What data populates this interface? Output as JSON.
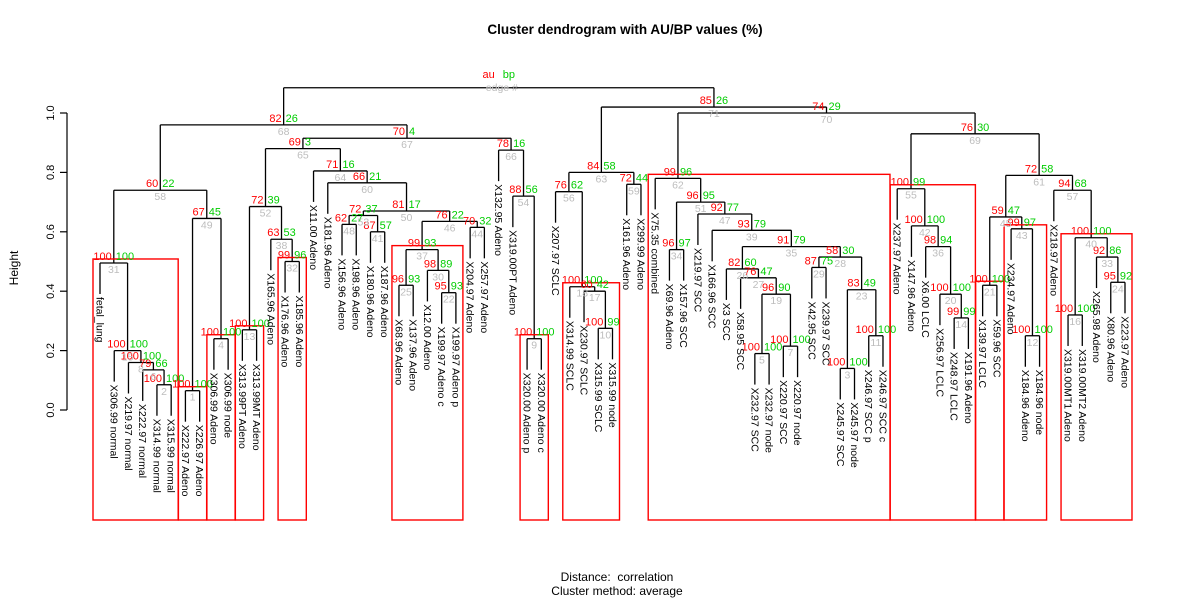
{
  "title": "Cluster dendrogram with AU/BP values (%)",
  "footer": {
    "line1": "Distance:  correlation",
    "line2": "Cluster method: average"
  },
  "legend": {
    "au": "au",
    "bp": "bp",
    "edge": "edge #"
  },
  "colors": {
    "au": "#ff0000",
    "bp": "#00cd00",
    "edge_number": "#bdbdbd",
    "box": "#ff0000",
    "line": "#000000"
  },
  "chart_data": {
    "type": "dendrogram",
    "title": "Cluster dendrogram with AU/BP values (%)",
    "ylabel": "Height",
    "ylim": [
      0.0,
      1.1
    ],
    "yticks": [
      "0.0",
      "0.2",
      "0.4",
      "0.6",
      "0.8",
      "1.0"
    ],
    "ytick_values": [
      0.0,
      0.2,
      0.4,
      0.6,
      0.8,
      1.0
    ],
    "distance": "correlation",
    "cluster_method": "average",
    "leaves": [
      "fetal_lung",
      "X306.99 normal",
      "X219.97 normal",
      "X222.97 normal",
      "X314.99 normal",
      "X315.99 normal",
      "X222.97 Adeno",
      "X226.97 Adeno",
      "X306.99 Adeno",
      "X306.99 node",
      "X313.99PT Adeno",
      "X313.99MT Adeno",
      "X165.96 Adeno",
      "X176.96 Adeno",
      "X185.96 Adeno",
      "X11.00 Adeno",
      "X181.96 Adeno",
      "X156.96 Adeno",
      "X198.96 Adeno",
      "X180.96 Adeno",
      "X187.96 Adeno",
      "X68.96 Adeno",
      "X137.96 Adeno",
      "X12.00 Adeno",
      "X199.97 Adeno c",
      "X199.97 Adeno p",
      "X204.97 Adeno",
      "X257.97 Adeno",
      "X132.95 Adeno",
      "X319.00PT Adeno",
      "X320.00 Adeno p",
      "X320.00 Adeno c",
      "X207.97 SCLC",
      "X314.99 SCLC",
      "X230.97 SCLC",
      "X315.99 SCLC",
      "X315.99 node",
      "X161.96 Adeno",
      "X299.99 Adeno",
      "X75.35 combined",
      "X69.96 Adeno",
      "X157.96 SCC",
      "X219.97 SCC",
      "X166.96 SCC",
      "X3 SCC",
      "X58.95 SCC",
      "X232.97 SCC",
      "X232.97 node",
      "X220.97 SCC",
      "X220.97 node",
      "X42.95 SCC",
      "X239.97 SCC",
      "X245.97 SCC",
      "X245.97 node",
      "X246.97 SCC p",
      "X246.97 SCC c",
      "X237.97 Adeno",
      "X147.96 Adeno",
      "X6.00 LCLC",
      "X256.97 LCLC",
      "X248.97 LCLC",
      "X191.96 Adeno",
      "X139.97 LCLC",
      "X59.96 SCC",
      "X234.97 Adeno",
      "X184.96 Adeno",
      "X184.96 node",
      "X218.97 Adeno",
      "X319.00MT1 Adeno",
      "X319.00MT2 Adeno",
      "X265.98 Adeno",
      "X80.96 Adeno",
      "X223.97 Adeno"
    ],
    "nodes": [
      {
        "e": 2,
        "au": 100,
        "bp": 100,
        "h": 0.085,
        "c": [
          "L4",
          "L5"
        ]
      },
      {
        "e": 6,
        "au": 79,
        "bp": 66,
        "h": 0.135,
        "c": [
          "L3",
          "E2"
        ]
      },
      {
        "e": 8,
        "au": 100,
        "bp": 100,
        "h": 0.16,
        "c": [
          "L2",
          "E6"
        ]
      },
      {
        "e": 15,
        "au": 100,
        "bp": 100,
        "h": 0.2,
        "c": [
          "L1",
          "E8"
        ]
      },
      {
        "e": 31,
        "au": 100,
        "bp": 100,
        "h": 0.495,
        "c": [
          "L0",
          "E15"
        ]
      },
      {
        "e": 1,
        "au": 100,
        "bp": 100,
        "h": 0.065,
        "c": [
          "L6",
          "L7"
        ]
      },
      {
        "e": 4,
        "au": 100,
        "bp": 100,
        "h": 0.24,
        "c": [
          "L8",
          "L9"
        ]
      },
      {
        "e": 49,
        "au": 67,
        "bp": 45,
        "h": 0.645,
        "c": [
          "E1",
          "E4"
        ]
      },
      {
        "e": 58,
        "au": 60,
        "bp": 22,
        "h": 0.74,
        "c": [
          "E31",
          "E49"
        ]
      },
      {
        "e": 13,
        "au": 100,
        "bp": 100,
        "h": 0.27,
        "c": [
          "L10",
          "L11"
        ]
      },
      {
        "e": 32,
        "au": 99,
        "bp": 96,
        "h": 0.5,
        "c": [
          "L13",
          "L14"
        ]
      },
      {
        "e": 38,
        "au": 63,
        "bp": 53,
        "h": 0.575,
        "c": [
          "L12",
          "E32"
        ]
      },
      {
        "e": 52,
        "au": 72,
        "bp": 39,
        "h": 0.685,
        "c": [
          "E13",
          "E38"
        ]
      },
      {
        "e": 48,
        "au": 62,
        "bp": 27,
        "h": 0.625,
        "c": [
          "L17",
          "L18"
        ]
      },
      {
        "e": 41,
        "au": 87,
        "bp": 57,
        "h": 0.6,
        "c": [
          "L19",
          "L20"
        ]
      },
      {
        "e": 53,
        "au": 72,
        "bp": 37,
        "h": 0.655,
        "c": [
          "E48",
          "E41"
        ]
      },
      {
        "e": 25,
        "au": 96,
        "bp": 93,
        "h": 0.42,
        "c": [
          "L21",
          "L22"
        ]
      },
      {
        "e": 22,
        "au": 95,
        "bp": 93,
        "h": 0.395,
        "c": [
          "L24",
          "L25"
        ]
      },
      {
        "e": 30,
        "au": 98,
        "bp": 89,
        "h": 0.47,
        "c": [
          "L23",
          "E22"
        ]
      },
      {
        "e": 37,
        "au": 99,
        "bp": 93,
        "h": 0.54,
        "c": [
          "E25",
          "E30"
        ]
      },
      {
        "e": 44,
        "au": 70,
        "bp": 32,
        "h": 0.615,
        "c": [
          "L26",
          "L27"
        ]
      },
      {
        "e": 46,
        "au": 76,
        "bp": 22,
        "h": 0.635,
        "c": [
          "E37",
          "E44"
        ]
      },
      {
        "e": 50,
        "au": 81,
        "bp": 17,
        "h": 0.67,
        "c": [
          "E53",
          "E46"
        ]
      },
      {
        "e": 60,
        "au": 66,
        "bp": 21,
        "h": 0.765,
        "c": [
          "L16",
          "E50"
        ]
      },
      {
        "e": 64,
        "au": 71,
        "bp": 16,
        "h": 0.805,
        "c": [
          "L15",
          "E60"
        ]
      },
      {
        "e": 65,
        "au": 69,
        "bp": 3,
        "h": 0.88,
        "c": [
          "E52",
          "E64"
        ]
      },
      {
        "e": 9,
        "au": 100,
        "bp": 100,
        "h": 0.24,
        "c": [
          "L30",
          "L31"
        ]
      },
      {
        "e": 54,
        "au": 88,
        "bp": 56,
        "h": 0.72,
        "c": [
          "L29",
          "E9"
        ]
      },
      {
        "e": 66,
        "au": 78,
        "bp": 16,
        "h": 0.875,
        "c": [
          "L28",
          "E54"
        ]
      },
      {
        "e": 67,
        "au": 70,
        "bp": 4,
        "h": 0.915,
        "c": [
          "E65",
          "E66"
        ]
      },
      {
        "e": 68,
        "au": 82,
        "bp": 26,
        "h": 0.96,
        "c": [
          "E58",
          "E67"
        ]
      },
      {
        "e": 10,
        "au": 100,
        "bp": 99,
        "h": 0.275,
        "c": [
          "L35",
          "L36"
        ]
      },
      {
        "e": 17,
        "au": 60,
        "bp": 42,
        "h": 0.4,
        "c": [
          "L34",
          "E10"
        ]
      },
      {
        "e": 18,
        "au": 100,
        "bp": 100,
        "h": 0.415,
        "c": [
          "L33",
          "E17"
        ]
      },
      {
        "e": 56,
        "au": 76,
        "bp": 62,
        "h": 0.735,
        "c": [
          "L32",
          "E18"
        ]
      },
      {
        "e": 59,
        "au": 72,
        "bp": 44,
        "h": 0.76,
        "c": [
          "L37",
          "L38"
        ]
      },
      {
        "e": 63,
        "au": 84,
        "bp": 58,
        "h": 0.8,
        "c": [
          "E56",
          "E59"
        ]
      },
      {
        "e": 34,
        "au": 96,
        "bp": 97,
        "h": 0.54,
        "c": [
          "L40",
          "L41"
        ]
      },
      {
        "e": 5,
        "au": 100,
        "bp": 100,
        "h": 0.19,
        "c": [
          "L46",
          "L47"
        ]
      },
      {
        "e": 7,
        "au": 100,
        "bp": 100,
        "h": 0.215,
        "c": [
          "L48",
          "L49"
        ]
      },
      {
        "e": 19,
        "au": 96,
        "bp": 90,
        "h": 0.39,
        "c": [
          "E5",
          "E7"
        ]
      },
      {
        "e": 27,
        "au": 76,
        "bp": 47,
        "h": 0.445,
        "c": [
          "L45",
          "E19"
        ]
      },
      {
        "e": 26,
        "au": 82,
        "bp": 60,
        "h": 0.475,
        "c": [
          "L44",
          "E27"
        ]
      },
      {
        "e": 29,
        "au": 87,
        "bp": 75,
        "h": 0.48,
        "c": [
          "L50",
          "L51"
        ]
      },
      {
        "e": 3,
        "au": 100,
        "bp": 100,
        "h": 0.14,
        "c": [
          "L52",
          "L53"
        ]
      },
      {
        "e": 11,
        "au": 100,
        "bp": 100,
        "h": 0.25,
        "c": [
          "L54",
          "L55"
        ]
      },
      {
        "e": 23,
        "au": 83,
        "bp": 49,
        "h": 0.405,
        "c": [
          "E3",
          "E11"
        ]
      },
      {
        "e": 28,
        "au": 58,
        "bp": 30,
        "h": 0.515,
        "c": [
          "E29",
          "E23"
        ]
      },
      {
        "e": 35,
        "au": 91,
        "bp": 79,
        "h": 0.55,
        "c": [
          "E26",
          "E28"
        ]
      },
      {
        "e": 39,
        "au": 93,
        "bp": 79,
        "h": 0.605,
        "c": [
          "L43",
          "E35"
        ]
      },
      {
        "e": 47,
        "au": 92,
        "bp": 77,
        "h": 0.66,
        "c": [
          "L42",
          "E39"
        ]
      },
      {
        "e": 51,
        "au": 96,
        "bp": 95,
        "h": 0.7,
        "c": [
          "E34",
          "E47"
        ]
      },
      {
        "e": 62,
        "au": 99,
        "bp": 96,
        "h": 0.78,
        "c": [
          "L39",
          "E51"
        ]
      },
      {
        "e": 14,
        "au": 99,
        "bp": 99,
        "h": 0.31,
        "c": [
          "L60",
          "L61"
        ]
      },
      {
        "e": 20,
        "au": 100,
        "bp": 100,
        "h": 0.39,
        "c": [
          "L59",
          "E14"
        ]
      },
      {
        "e": 36,
        "au": 98,
        "bp": 94,
        "h": 0.55,
        "c": [
          "L58",
          "E20"
        ]
      },
      {
        "e": 42,
        "au": 100,
        "bp": 100,
        "h": 0.62,
        "c": [
          "L57",
          "E36"
        ]
      },
      {
        "e": 55,
        "au": 100,
        "bp": 99,
        "h": 0.745,
        "c": [
          "L56",
          "E42"
        ]
      },
      {
        "e": 21,
        "au": 100,
        "bp": 100,
        "h": 0.42,
        "c": [
          "L62",
          "L63"
        ]
      },
      {
        "e": 12,
        "au": 100,
        "bp": 100,
        "h": 0.25,
        "c": [
          "L65",
          "L66"
        ]
      },
      {
        "e": 43,
        "au": 99,
        "bp": 97,
        "h": 0.61,
        "c": [
          "L64",
          "E12"
        ]
      },
      {
        "e": 45,
        "au": 59,
        "bp": 47,
        "h": 0.65,
        "c": [
          "E21",
          "E43"
        ]
      },
      {
        "e": 16,
        "au": 100,
        "bp": 100,
        "h": 0.32,
        "c": [
          "L68",
          "L69"
        ]
      },
      {
        "e": 24,
        "au": 95,
        "bp": 92,
        "h": 0.43,
        "c": [
          "L71",
          "L72"
        ]
      },
      {
        "e": 33,
        "au": 92,
        "bp": 86,
        "h": 0.515,
        "c": [
          "L70",
          "E24"
        ]
      },
      {
        "e": 40,
        "au": 100,
        "bp": 100,
        "h": 0.58,
        "c": [
          "E16",
          "E33"
        ]
      },
      {
        "e": 57,
        "au": 94,
        "bp": 68,
        "h": 0.74,
        "c": [
          "L67",
          "E40"
        ]
      },
      {
        "e": 61,
        "au": 72,
        "bp": 58,
        "h": 0.79,
        "c": [
          "E45",
          "E57"
        ]
      },
      {
        "e": 69,
        "au": 76,
        "bp": 30,
        "h": 0.93,
        "c": [
          "E55",
          "E61"
        ]
      },
      {
        "e": 70,
        "au": 74,
        "bp": 29,
        "h": 1.0,
        "c": [
          "E62",
          "E69"
        ]
      },
      {
        "e": 71,
        "au": 85,
        "bp": 26,
        "h": 1.02,
        "c": [
          "E63",
          "E70"
        ]
      },
      {
        "e": 72,
        "au": null,
        "bp": null,
        "h": 1.085,
        "c": [
          "E68",
          "E71"
        ],
        "root": true
      }
    ],
    "boxed_edges": [
      31,
      1,
      4,
      13,
      32,
      37,
      9,
      18,
      62,
      55,
      21,
      43,
      40
    ],
    "legend": {
      "au": "au",
      "bp": "bp",
      "edge": "edge #"
    }
  }
}
